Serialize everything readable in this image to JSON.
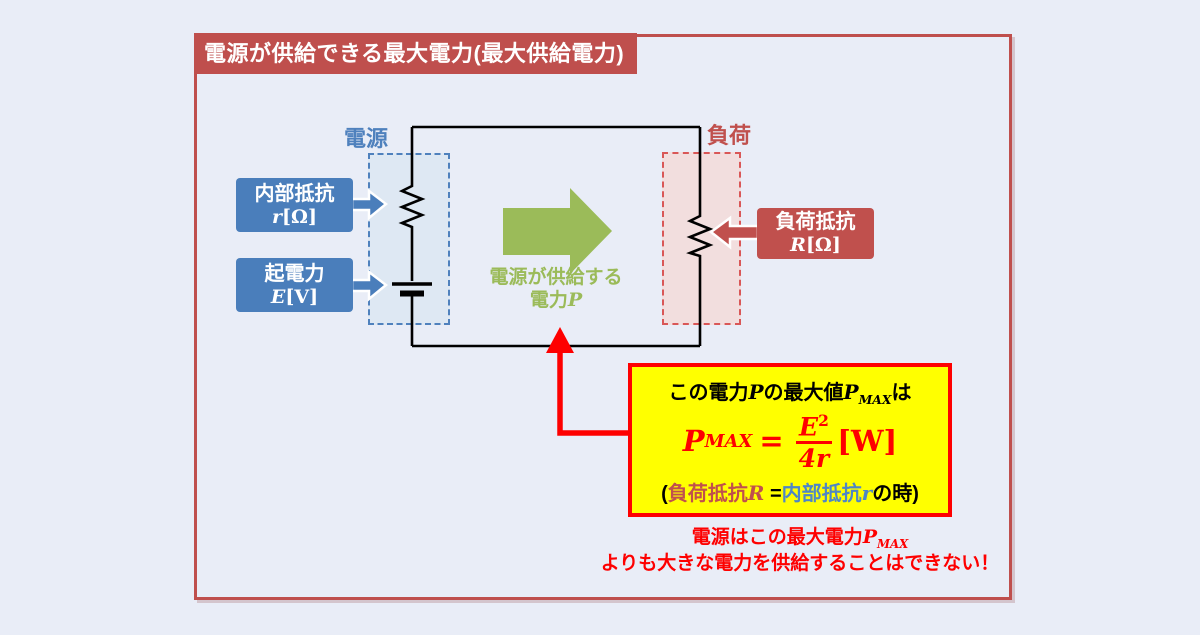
{
  "title": {
    "text": "電源が供給できる最大電力(最大供給電力)"
  },
  "colors": {
    "background": "#E9EDF7",
    "maroon": "#BF4F4D",
    "blue": "#4A7EBB",
    "green": "#9BBB59",
    "yellow": "#FFFF00",
    "red": "#FE0000"
  },
  "source_group": {
    "label": "電源"
  },
  "load_group": {
    "label": "負荷"
  },
  "callouts": {
    "internal_resistance": {
      "name": "内部抵抗",
      "symbol": "r",
      "unit": "[Ω]"
    },
    "emf": {
      "name": "起電力",
      "symbol": "E",
      "unit": "[V]"
    },
    "load_resistance": {
      "name": "負荷抵抗",
      "symbol": "R",
      "unit": "[Ω]"
    }
  },
  "power_flow": {
    "line1": "電源が供給する",
    "line2_prefix": "電力",
    "line2_symbol": "P"
  },
  "formula_box": {
    "heading": {
      "t1": "この電力",
      "sym1": "P",
      "t2": "の最大値",
      "sym2": "P",
      "sub2": "MAX",
      "t3": "は"
    },
    "formula": {
      "lhs": "P",
      "lhs_sub": "MAX",
      "equals": "=",
      "numerator": "E",
      "num_sup": "2",
      "denominator": "4r",
      "unit": "[W]"
    },
    "condition": {
      "open": "(",
      "load": "負荷抵抗",
      "load_sym": "R",
      "equals": " =",
      "internal": "内部抵抗",
      "internal_sym": "r",
      "close": "の時)"
    }
  },
  "caption": {
    "line1_prefix": "電源はこの最大電力",
    "line1_symbol": "P",
    "line1_sub": "MAX",
    "line2": "よりも大きな電力を供給することはできない！"
  }
}
